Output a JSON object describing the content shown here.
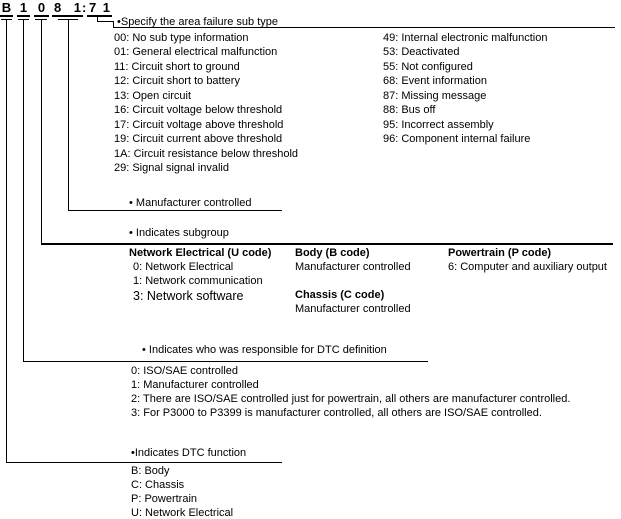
{
  "dtc_code": {
    "groups": [
      "B",
      "1",
      "0",
      "8 1",
      "7 1"
    ],
    "separator": ":"
  },
  "subtype_section": {
    "label": "•Specify the area failure sub type",
    "left_items": [
      "00: No sub type information",
      "01: General electrical malfunction",
      "11: Circuit short to ground",
      "12: Circuit short to battery",
      "13: Open circuit",
      "16: Circuit voltage below threshold",
      "17: Circuit voltage above threshold",
      "19: Circuit current above threshold",
      "1A: Circuit resistance below threshold",
      "29: Signal signal invalid"
    ],
    "right_items": [
      "49: Internal electronic malfunction",
      "53: Deactivated",
      "55: Not configured",
      "68: Event information",
      "87: Missing message",
      "88: Bus off",
      "95: Incorrect assembly",
      "96: Component internal failure"
    ]
  },
  "manufacturer_section": {
    "label": "• Manufacturer controlled"
  },
  "subgroup_section": {
    "label": "• Indicates subgroup",
    "network_header": "Network Electrical (U code)",
    "network_items": [
      "0: Network Electrical",
      "1: Network communication",
      "3: Network software"
    ],
    "body_header": "Body (B code)",
    "body_note": "Manufacturer controlled",
    "chassis_header": "Chassis (C code)",
    "chassis_note": "Manufacturer controlled",
    "powertrain_header": "Powertrain (P code)",
    "powertrain_item": "6: Computer and auxiliary output"
  },
  "responsible_section": {
    "label": "• Indicates who was responsible for DTC definition",
    "items": [
      "0: ISO/SAE controlled",
      "1: Manufacturer controlled",
      "2: There are ISO/SAE controlled just for powertrain, all others are manufacturer controlled.",
      "3: For P3000 to P3399 is manufacturer controlled, all others are ISO/SAE controlled."
    ]
  },
  "function_section": {
    "label": "•Indicates DTC function",
    "items": [
      "B: Body",
      "C: Chassis",
      "P: Powertrain",
      "U: Network Electrical"
    ]
  },
  "colors": {
    "ink": "#000000",
    "background": "#ffffff"
  }
}
